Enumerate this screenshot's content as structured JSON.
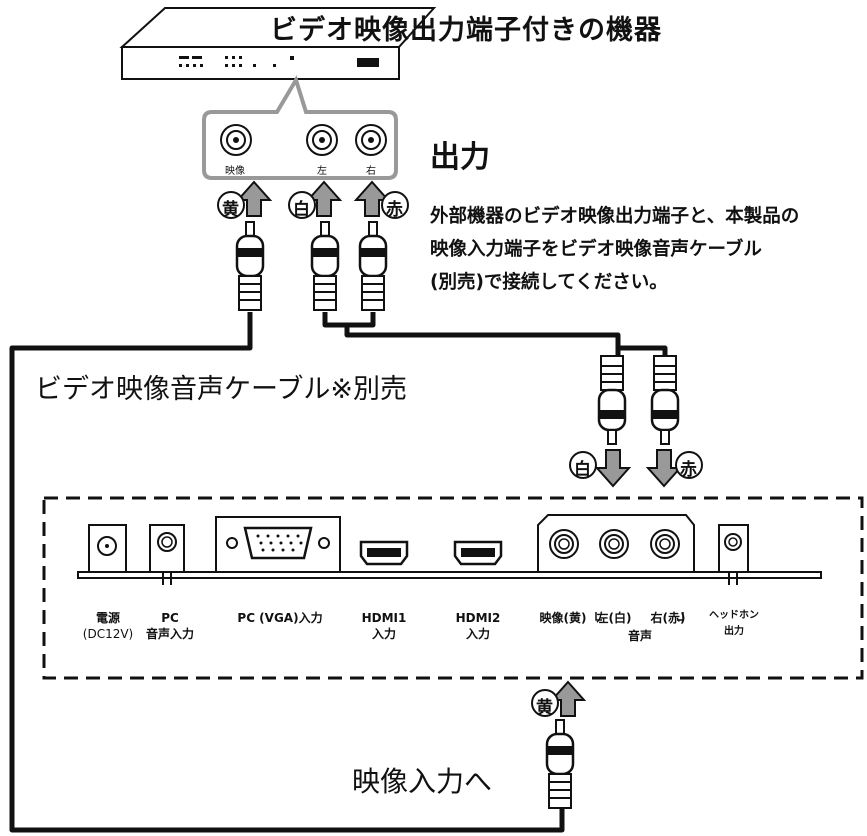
{
  "device_title": "ビデオ映像出力端子付きの機器",
  "output_label": "出力",
  "source_jacks": [
    "映像",
    "左",
    "右"
  ],
  "color_marks": {
    "yellow": "黄",
    "white": "白",
    "red": "赤"
  },
  "description": [
    "外部機器のビデオ映像出力端子と、本製品の",
    "映像入力端子をビデオ映像音声ケーブル",
    "(別売)で接続してください。"
  ],
  "cable_label": "ビデオ映像音声ケーブル※別売",
  "video_in_label": "映像入力へ",
  "panel_ports": {
    "power": [
      "電源",
      "(DC12V)"
    ],
    "pc_audio": [
      "PC",
      "音声入力"
    ],
    "pc_vga": "PC (VGA)入力",
    "hdmi1": [
      "HDMI1",
      "入力"
    ],
    "hdmi2": [
      "HDMI2",
      "入力"
    ],
    "video_yellow": "映像(黄)",
    "audio_left": "左(白)",
    "audio_right": "右(赤)",
    "audio_group": "音声",
    "headphone": [
      "ヘッドホン",
      "出力"
    ]
  }
}
